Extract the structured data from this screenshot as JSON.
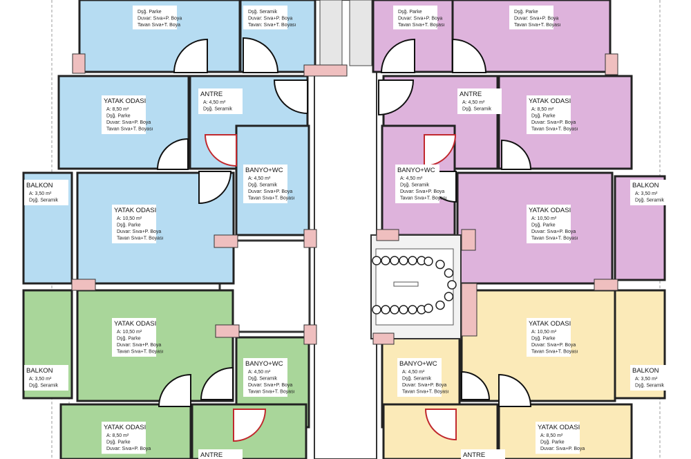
{
  "colors": {
    "blue": "#b6dcf2",
    "purple": "#deb3dc",
    "green": "#a9d69a",
    "yellow": "#fbeab8",
    "gray": "#e4e4e4",
    "wall": "#222222",
    "column": "#efbfbf",
    "door_red": "#c0282d"
  },
  "rooms": [
    {
      "id": "r1",
      "color": "blue",
      "title": "",
      "lines": [
        "Dşğ. Parke",
        "Duvar: Sıva+P. Boya",
        "Tavan Sıva+T. Boya"
      ]
    },
    {
      "id": "r2",
      "color": "blue",
      "title": "",
      "lines": [
        "Dşğ. Seramik",
        "Duvar: Sıva+P. Boya",
        "Tavan: Sıva+T. Boyası"
      ]
    },
    {
      "id": "r3",
      "color": "purple",
      "title": "",
      "lines": [
        "Dşğ. Parke",
        "Duvar: Sıva+P. Boya",
        "Tavan Sıva+T. Boyası"
      ]
    },
    {
      "id": "r4",
      "color": "purple",
      "title": "",
      "lines": [
        "Dşğ. Parke",
        "Duvar: Sıva+P. Boya",
        "Tavan Sıva+T. Boyası"
      ]
    },
    {
      "id": "r5",
      "color": "blue",
      "title": "YATAK ODASI",
      "lines": [
        "A: 8,50 m²",
        "Dşğ. Parke",
        "Duvar: Sıva+P. Boya",
        "Tavan Sıva+T. Boyası"
      ]
    },
    {
      "id": "r6",
      "color": "blue",
      "title": "ANTRE",
      "lines": [
        "A: 4,50 m²",
        "Dşğ. Seramik"
      ]
    },
    {
      "id": "r7",
      "color": "purple",
      "title": "ANTRE",
      "lines": [
        "A: 4,50 m²",
        "Dşğ. Seramik"
      ]
    },
    {
      "id": "r8",
      "color": "purple",
      "title": "YATAK ODASI",
      "lines": [
        "A: 8,50 m²",
        "Dşğ. Parke",
        "Duvar: Sıva+P. Boya",
        "Tavan Sıva+T. Boyası"
      ]
    },
    {
      "id": "r9",
      "color": "blue",
      "title": "BANYO+WC",
      "lines": [
        "A: 4,50 m²",
        "Dşğ. Seramik",
        "Duvar: Sıva+P. Boya",
        "Tavan Sıva+T. Boyası"
      ]
    },
    {
      "id": "r10",
      "color": "purple",
      "title": "BANYO+WC",
      "lines": [
        "A: 4,50 m²",
        "Dşğ. Seramik",
        "Duvar: Sıva+P. Boya",
        "Tavan Sıva+T. Boyası"
      ]
    },
    {
      "id": "r11",
      "color": "blue",
      "title": "BALKON",
      "lines": [
        "A: 3,50 m²",
        "Dşğ. Seramik"
      ]
    },
    {
      "id": "r12",
      "color": "blue",
      "title": "YATAK ODASI",
      "lines": [
        "A: 10,50 m²",
        "Dşğ. Parke",
        "Duvar: Sıva+P. Boya",
        "Tavan Sıva+T. Boyası"
      ]
    },
    {
      "id": "r13",
      "color": "purple",
      "title": "YATAK ODASI",
      "lines": [
        "A: 10,50 m²",
        "Dşğ. Parke",
        "Duvar: Sıva+P. Boya",
        "Tavan Sıva+T. Boyası"
      ]
    },
    {
      "id": "r14",
      "color": "purple",
      "title": "BALKON",
      "lines": [
        "A: 3,50 m²",
        "Dşğ. Seramik"
      ]
    },
    {
      "id": "r15",
      "color": "green",
      "title": "BALKON",
      "lines": [
        "A: 3,50 m²",
        "Dşğ. Seramik"
      ]
    },
    {
      "id": "r16",
      "color": "green",
      "title": "YATAK ODASI",
      "lines": [
        "A: 10,50 m²",
        "Dşğ. Parke",
        "Duvar: Sıva+P. Boya",
        "Tavan Sıva+T. Boyası"
      ]
    },
    {
      "id": "r17",
      "color": "yellow",
      "title": "YATAK ODASI",
      "lines": [
        "A: 10,50 m²",
        "Dşğ. Parke",
        "Duvar: Sıva+P. Boya",
        "Tavan Sıva+T. Boyası"
      ]
    },
    {
      "id": "r18",
      "color": "yellow",
      "title": "BALKON",
      "lines": [
        "A: 3,50 m²",
        "Dşğ. Seramik"
      ]
    },
    {
      "id": "r19",
      "color": "green",
      "title": "BANYO+WC",
      "lines": [
        "A: 4,50 m²",
        "Dşğ. Seramik",
        "Duvar: Sıva+P. Boya",
        "Tavan Sıva+T. Boyası"
      ]
    },
    {
      "id": "r20",
      "color": "yellow",
      "title": "BANYO+WC",
      "lines": [
        "A: 4,50 m²",
        "Dşğ. Seramik",
        "Duvar: Sıva+P. Boya",
        "Tavan Sıva+T. Boyası"
      ]
    },
    {
      "id": "r21",
      "color": "green",
      "title": "YATAK ODASI",
      "lines": [
        "A: 8,50 m²",
        "Dşğ. Parke",
        "Duvar: Sıva+P. Boya"
      ]
    },
    {
      "id": "r22",
      "color": "green",
      "title": "ANTRE",
      "lines": []
    },
    {
      "id": "r23",
      "color": "yellow",
      "title": "ANTRE",
      "lines": []
    },
    {
      "id": "r24",
      "color": "yellow",
      "title": "YATAK ODASI",
      "lines": [
        "A: 8,50 m²",
        "Dşğ. Parke",
        "Duvar: Sıva+P. Boya"
      ]
    }
  ]
}
